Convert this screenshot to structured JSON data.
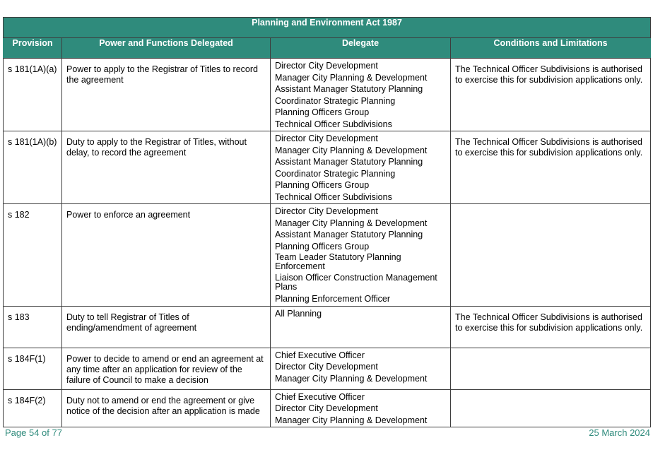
{
  "table": {
    "act_title": "Planning and Environment Act 1987",
    "headers": {
      "provision": "Provision",
      "power": "Power and Functions Delegated",
      "delegate": "Delegate",
      "conditions": "Conditions and Limitations"
    },
    "rows": [
      {
        "provision": "s 181(1A)(a)",
        "power": "Power to apply to the Registrar of Titles to record the agreement",
        "delegates": [
          "Director City Development",
          "Manager City Planning & Development",
          "Assistant Manager Statutory Planning",
          "Coordinator Strategic Planning",
          "Planning Officers Group",
          "Technical Officer Subdivisions"
        ],
        "conditions": "The Technical Officer Subdivisions is authorised to exercise this for subdivision applications only."
      },
      {
        "provision": "s 181(1A)(b)",
        "power": "Duty to apply to the Registrar of Titles, without delay, to record the agreement",
        "delegates": [
          "Director City Development",
          "Manager City Planning & Development",
          "Assistant Manager Statutory Planning",
          "Coordinator Strategic Planning",
          "Planning Officers Group",
          "Technical Officer Subdivisions"
        ],
        "conditions": "The Technical Officer Subdivisions is authorised to exercise this for subdivision applications only."
      },
      {
        "provision": "s 182",
        "power": "Power to enforce an agreement",
        "delegates": [
          "Director City Development",
          "Manager City Planning & Development",
          "Assistant Manager Statutory Planning",
          "Planning Officers Group",
          "Team Leader Statutory Planning Enforcement",
          "Liaison Officer Construction Management Plans",
          "Planning Enforcement Officer"
        ],
        "conditions": ""
      },
      {
        "provision": "s 183",
        "power": "Duty to tell Registrar of Titles of ending/amendment of agreement",
        "delegates": [
          "All Planning"
        ],
        "conditions": "The Technical Officer Subdivisions is authorised to exercise this for subdivision applications only."
      },
      {
        "provision": "s 184F(1)",
        "power": "Power to decide to amend or end an agreement at any time after an application for review of the failure of Council to make a decision",
        "delegates": [
          "Chief Executive Officer",
          "Director City Development",
          "Manager City Planning & Development"
        ],
        "conditions": ""
      },
      {
        "provision": "s 184F(2)",
        "power": "Duty not to amend or end the agreement or give notice of the decision after an application is made",
        "delegates": [
          "Chief Executive Officer",
          "Director City Development",
          "Manager City Planning & Development"
        ],
        "conditions": ""
      }
    ]
  },
  "footer": {
    "page": "Page 54 of 77",
    "date": "25 March 2024"
  },
  "colors": {
    "header_teal": "#2f8b7c",
    "footer_text": "#2f8b7c"
  }
}
